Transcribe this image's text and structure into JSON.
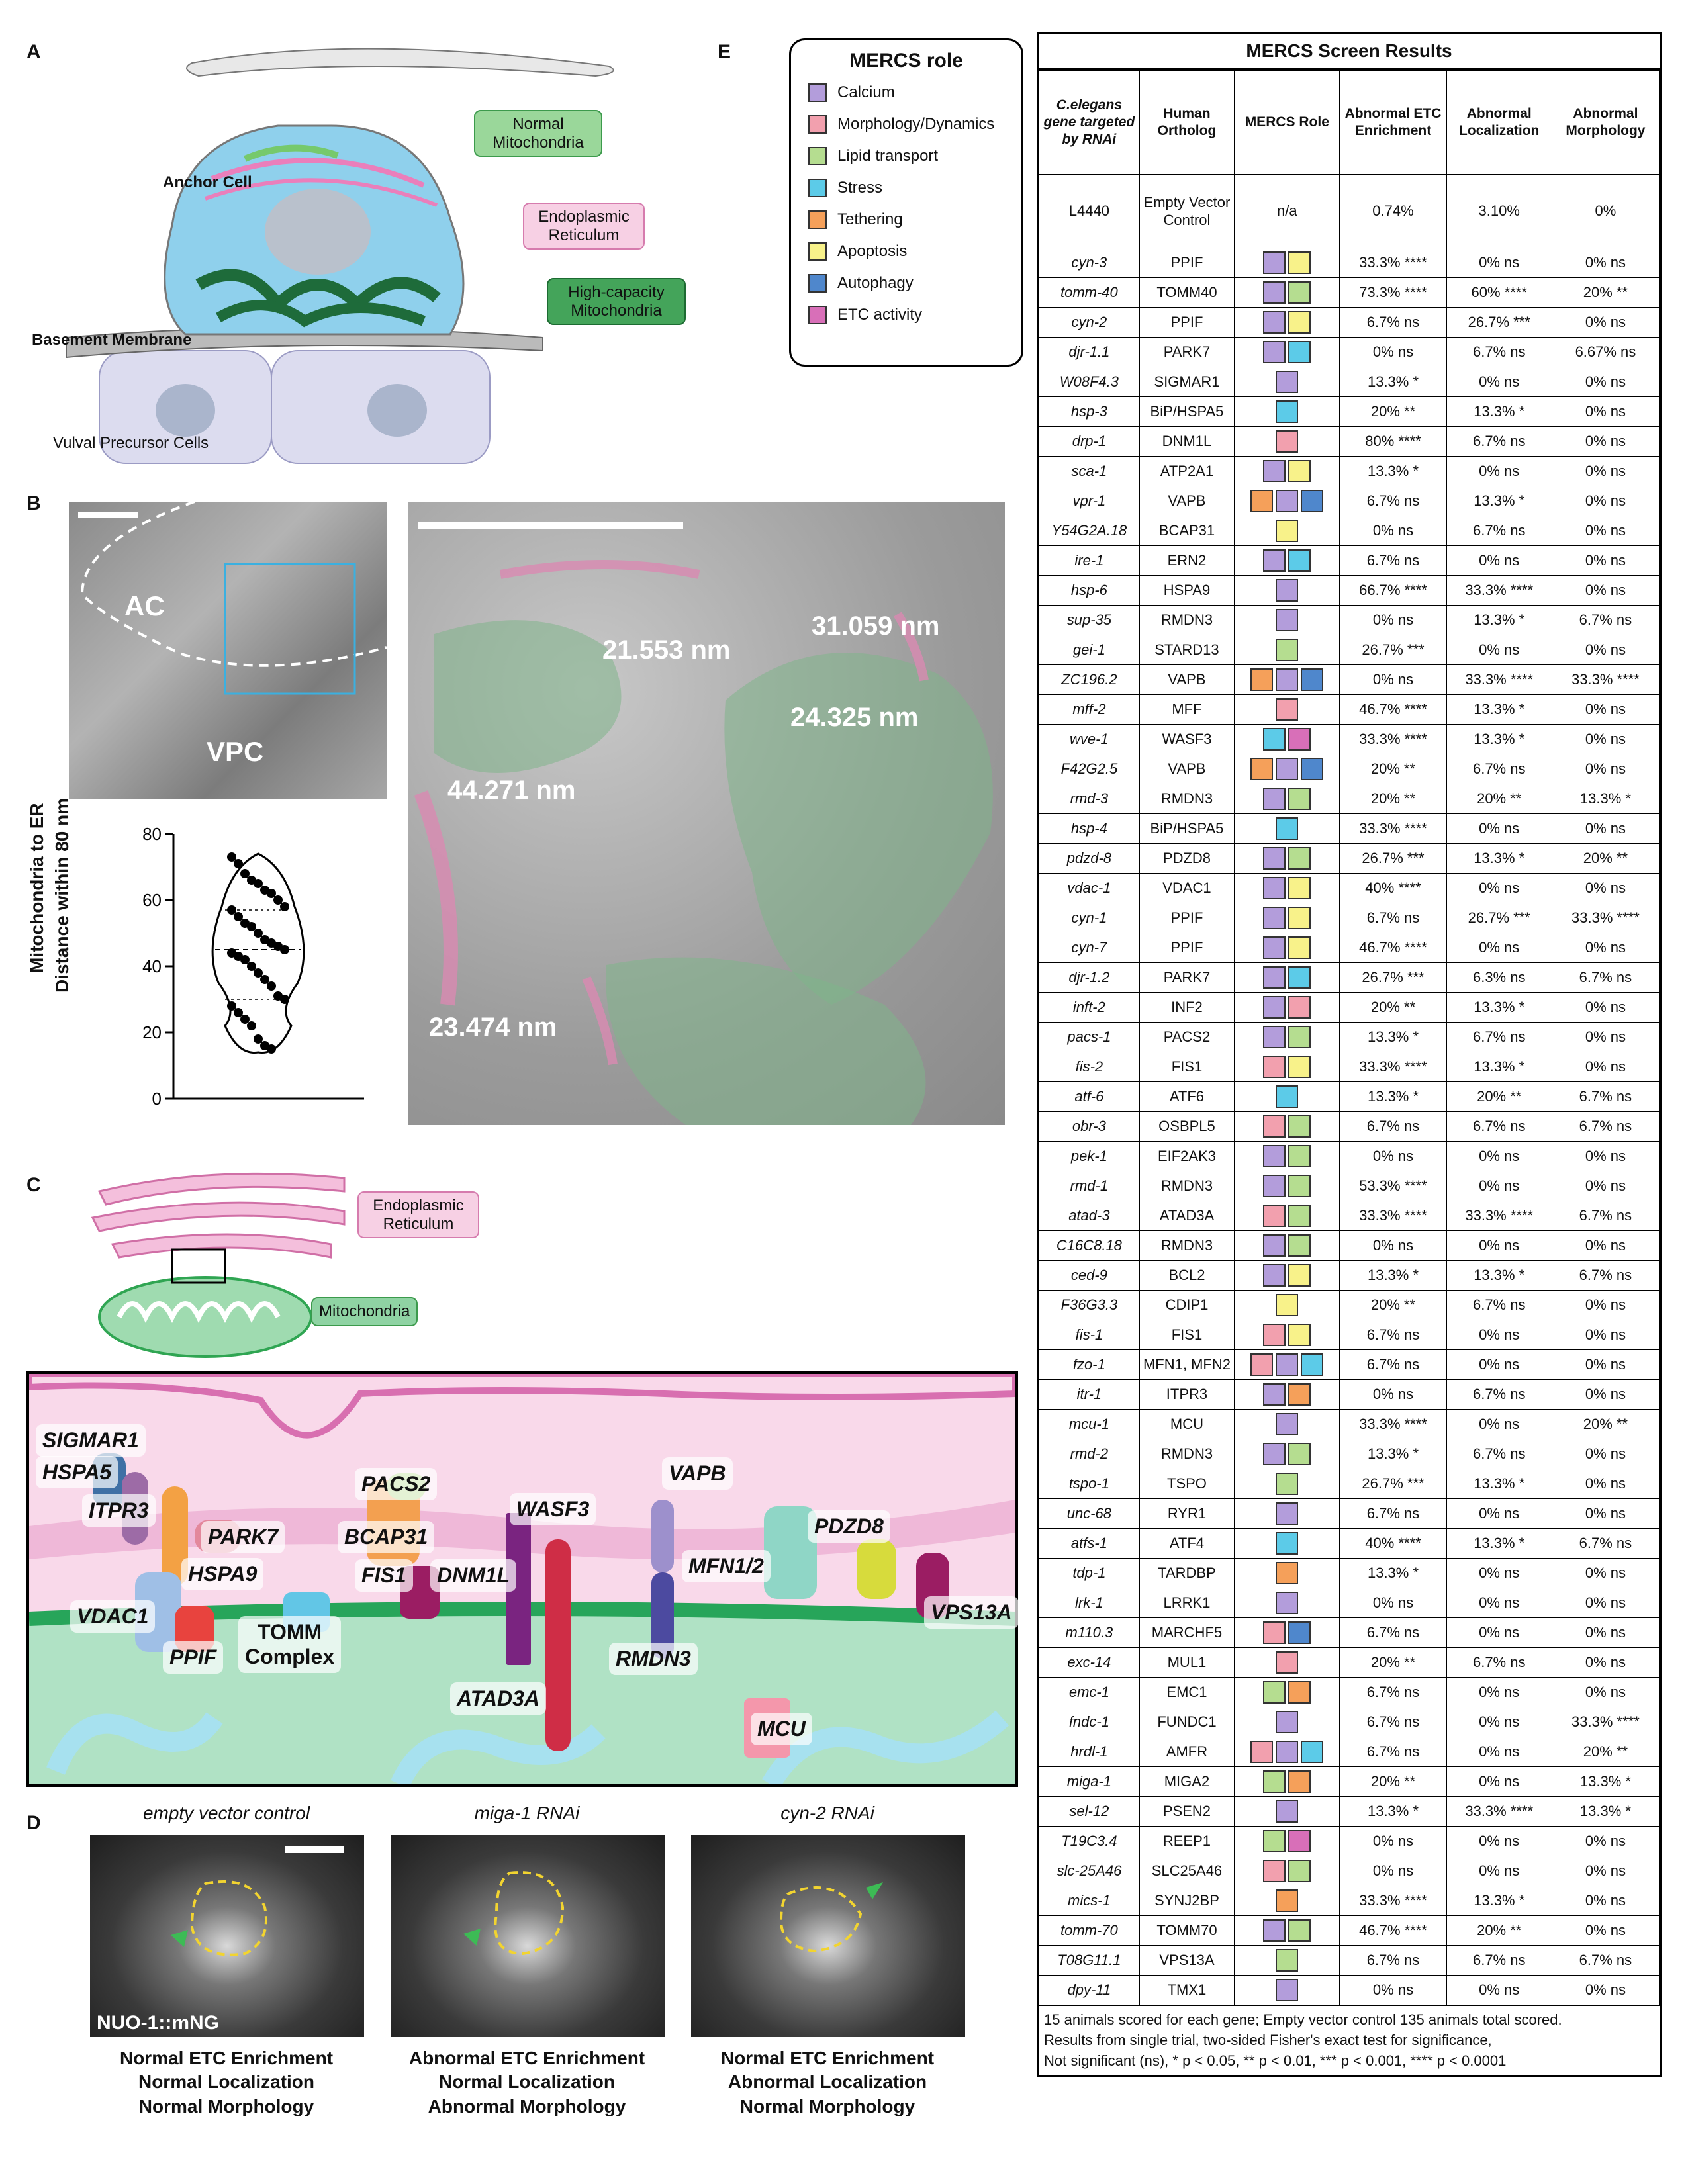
{
  "panels": {
    "a": "A",
    "b": "B",
    "c": "C",
    "d": "D",
    "e": "E"
  },
  "panelA": {
    "anchor_cell": "Anchor Cell",
    "normal_mito": "Normal\nMitochondria",
    "er": "Endoplasmic\nReticulum",
    "high_mito": "High-capacity\nMitochondria",
    "basement": "Basement Membrane",
    "vpc": "Vulval Precursor Cells"
  },
  "panelB": {
    "ac": "AC",
    "vpc": "VPC",
    "measurements": [
      "21.553 nm",
      "31.059 nm",
      "24.325 nm",
      "44.271 nm",
      "23.474 nm"
    ],
    "ylabel_1": "Mitochondria to ER",
    "ylabel_2": "Distance within 80 nm",
    "yticks": [
      "0",
      "20",
      "40",
      "60",
      "80"
    ]
  },
  "chart_data": {
    "type": "scatter",
    "title": "",
    "xlabel": "",
    "ylabel": "Mitochondria to ER Distance within 80 nm",
    "ylim": [
      0,
      80
    ],
    "values": [
      73,
      71,
      68,
      66,
      65,
      63,
      62,
      60,
      58,
      57,
      55,
      53,
      52,
      50,
      48,
      47,
      46,
      45,
      44,
      43,
      42,
      40,
      38,
      36,
      34,
      31,
      30,
      28,
      26,
      24,
      22,
      18,
      16,
      15
    ]
  },
  "panelC": {
    "er": "Endoplasmic\nReticulum",
    "mito": "Mitochondria",
    "proteins": [
      "SIGMAR1",
      "HSPA5",
      "ITPR3",
      "PARK7",
      "HSPA9",
      "VDAC1",
      "PPIF",
      "TOMM\nComplex",
      "PACS2",
      "BCAP31",
      "FIS1",
      "DNM1L",
      "WASF3",
      "ATAD3A",
      "VAPB",
      "RMDN3",
      "MFN1/2",
      "MCU",
      "PDZD8",
      "VPS13A"
    ]
  },
  "panelD": {
    "titles": [
      "empty vector control",
      "miga-1 RNAi",
      "cyn-2 RNAi"
    ],
    "stain": "NUO-1::mNG",
    "captions": [
      [
        "Normal ETC Enrichment",
        "Normal Localization",
        "Normal Morphology"
      ],
      [
        "Abnormal ETC Enrichment",
        "Normal Localization",
        "Abnormal Morphology"
      ],
      [
        "Normal ETC Enrichment",
        "Abnormal Localization",
        "Normal Morphology"
      ]
    ]
  },
  "legend": {
    "title": "MERCS role",
    "items": [
      {
        "label": "Calcium",
        "color": "#b39ddb"
      },
      {
        "label": "Morphology/Dynamics",
        "color": "#f2a0ae"
      },
      {
        "label": "Lipid transport",
        "color": "#b5dd90"
      },
      {
        "label": "Stress",
        "color": "#5ccbe8"
      },
      {
        "label": "Tethering",
        "color": "#f5a05a"
      },
      {
        "label": "Apoptosis",
        "color": "#f8f28a"
      },
      {
        "label": "Autophagy",
        "color": "#4f87cc"
      },
      {
        "label": "ETC activity",
        "color": "#d86fb8"
      }
    ]
  },
  "table": {
    "title": "MERCS Screen Results",
    "headers": [
      "C.elegans gene targeted by RNAi",
      "Human Ortholog",
      "MERCS Role",
      "Abnormal ETC Enrichment",
      "Abnormal Localization",
      "Abnormal Morphology"
    ],
    "control": {
      "gene": "L4440",
      "ortholog": "Empty Vector Control",
      "role": "n/a",
      "etc": "0.74%",
      "loc": "3.10%",
      "morph": "0%"
    },
    "rows": [
      {
        "g": "cyn-3",
        "h": "PPIF",
        "r": [
          "Calcium",
          "Apoptosis"
        ],
        "e": "33.3% ****",
        "l": "0% ns",
        "m": "0% ns"
      },
      {
        "g": "tomm-40",
        "h": "TOMM40",
        "r": [
          "Calcium",
          "Lipid transport"
        ],
        "e": "73.3% ****",
        "l": "60% ****",
        "m": "20% **"
      },
      {
        "g": "cyn-2",
        "h": "PPIF",
        "r": [
          "Calcium",
          "Apoptosis"
        ],
        "e": "6.7% ns",
        "l": "26.7% ***",
        "m": "0% ns"
      },
      {
        "g": "djr-1.1",
        "h": "PARK7",
        "r": [
          "Calcium",
          "Stress"
        ],
        "e": "0% ns",
        "l": "6.7% ns",
        "m": "6.67% ns"
      },
      {
        "g": "W08F4.3",
        "h": "SIGMAR1",
        "r": [
          "Calcium"
        ],
        "e": "13.3% *",
        "l": "0% ns",
        "m": "0% ns"
      },
      {
        "g": "hsp-3",
        "h": "BiP/HSPA5",
        "r": [
          "Stress"
        ],
        "e": "20% **",
        "l": "13.3% *",
        "m": "0% ns"
      },
      {
        "g": "drp-1",
        "h": "DNM1L",
        "r": [
          "Morphology/Dynamics"
        ],
        "e": "80% ****",
        "l": "6.7% ns",
        "m": "0% ns"
      },
      {
        "g": "sca-1",
        "h": "ATP2A1",
        "r": [
          "Calcium",
          "Apoptosis"
        ],
        "e": "13.3% *",
        "l": "0% ns",
        "m": "0% ns"
      },
      {
        "g": "vpr-1",
        "h": "VAPB",
        "r": [
          "Tethering",
          "Calcium",
          "Autophagy"
        ],
        "e": "6.7% ns",
        "l": "13.3% *",
        "m": "0% ns"
      },
      {
        "g": "Y54G2A.18",
        "h": "BCAP31",
        "r": [
          "Apoptosis"
        ],
        "e": "0% ns",
        "l": "6.7% ns",
        "m": "0% ns"
      },
      {
        "g": "ire-1",
        "h": "ERN2",
        "r": [
          "Calcium",
          "Stress"
        ],
        "e": "6.7% ns",
        "l": "0% ns",
        "m": "0% ns"
      },
      {
        "g": "hsp-6",
        "h": "HSPA9",
        "r": [
          "Calcium"
        ],
        "e": "66.7% ****",
        "l": "33.3% ****",
        "m": "0% ns"
      },
      {
        "g": "sup-35",
        "h": "RMDN3",
        "r": [
          "Calcium"
        ],
        "e": "0% ns",
        "l": "13.3% *",
        "m": "6.7% ns"
      },
      {
        "g": "gei-1",
        "h": "STARD13",
        "r": [
          "Lipid transport"
        ],
        "e": "26.7% ***",
        "l": "0% ns",
        "m": "0% ns"
      },
      {
        "g": "ZC196.2",
        "h": "VAPB",
        "r": [
          "Tethering",
          "Calcium",
          "Autophagy"
        ],
        "e": "0% ns",
        "l": "33.3% ****",
        "m": "33.3% ****"
      },
      {
        "g": "mff-2",
        "h": "MFF",
        "r": [
          "Morphology/Dynamics"
        ],
        "e": "46.7% ****",
        "l": "13.3% *",
        "m": "0% ns"
      },
      {
        "g": "wve-1",
        "h": "WASF3",
        "r": [
          "Stress",
          "ETC activity"
        ],
        "e": "33.3% ****",
        "l": "13.3% *",
        "m": "0% ns"
      },
      {
        "g": "F42G2.5",
        "h": "VAPB",
        "r": [
          "Tethering",
          "Calcium",
          "Autophagy"
        ],
        "e": "20% **",
        "l": "6.7% ns",
        "m": "0% ns"
      },
      {
        "g": "rmd-3",
        "h": "RMDN3",
        "r": [
          "Calcium",
          "Lipid transport"
        ],
        "e": "20% **",
        "l": "20% **",
        "m": "13.3% *"
      },
      {
        "g": "hsp-4",
        "h": "BiP/HSPA5",
        "r": [
          "Stress"
        ],
        "e": "33.3% ****",
        "l": "0% ns",
        "m": "0% ns"
      },
      {
        "g": "pdzd-8",
        "h": "PDZD8",
        "r": [
          "Calcium",
          "Lipid transport"
        ],
        "e": "26.7% ***",
        "l": "13.3% *",
        "m": "20% **"
      },
      {
        "g": "vdac-1",
        "h": "VDAC1",
        "r": [
          "Calcium",
          "Apoptosis"
        ],
        "e": "40% ****",
        "l": "0% ns",
        "m": "0% ns"
      },
      {
        "g": "cyn-1",
        "h": "PPIF",
        "r": [
          "Calcium",
          "Apoptosis"
        ],
        "e": "6.7% ns",
        "l": "26.7% ***",
        "m": "33.3% ****"
      },
      {
        "g": "cyn-7",
        "h": "PPIF",
        "r": [
          "Calcium",
          "Apoptosis"
        ],
        "e": "46.7% ****",
        "l": "0% ns",
        "m": "0% ns"
      },
      {
        "g": "djr-1.2",
        "h": "PARK7",
        "r": [
          "Calcium",
          "Stress"
        ],
        "e": "26.7% ***",
        "l": "6.3% ns",
        "m": "6.7% ns"
      },
      {
        "g": "inft-2",
        "h": "INF2",
        "r": [
          "Calcium",
          "Morphology/Dynamics"
        ],
        "e": "20% **",
        "l": "13.3% *",
        "m": "0% ns"
      },
      {
        "g": "pacs-1",
        "h": "PACS2",
        "r": [
          "Calcium",
          "Lipid transport"
        ],
        "e": "13.3% *",
        "l": "6.7% ns",
        "m": "0% ns"
      },
      {
        "g": "fis-2",
        "h": "FIS1",
        "r": [
          "Morphology/Dynamics",
          "Apoptosis"
        ],
        "e": "33.3% ****",
        "l": "13.3% *",
        "m": "0% ns"
      },
      {
        "g": "atf-6",
        "h": "ATF6",
        "r": [
          "Stress"
        ],
        "e": "13.3% *",
        "l": "20% **",
        "m": "6.7% ns"
      },
      {
        "g": "obr-3",
        "h": "OSBPL5",
        "r": [
          "Morphology/Dynamics",
          "Lipid transport"
        ],
        "e": "6.7% ns",
        "l": "6.7% ns",
        "m": "6.7% ns"
      },
      {
        "g": "pek-1",
        "h": "EIF2AK3",
        "r": [
          "Calcium",
          "Lipid transport"
        ],
        "e": "0% ns",
        "l": "0% ns",
        "m": "0% ns"
      },
      {
        "g": "rmd-1",
        "h": "RMDN3",
        "r": [
          "Calcium",
          "Lipid transport"
        ],
        "e": "53.3% ****",
        "l": "0% ns",
        "m": "0% ns"
      },
      {
        "g": "atad-3",
        "h": "ATAD3A",
        "r": [
          "Morphology/Dynamics",
          "Lipid transport"
        ],
        "e": "33.3% ****",
        "l": "33.3% ****",
        "m": "6.7% ns"
      },
      {
        "g": "C16C8.18",
        "h": "RMDN3",
        "r": [
          "Calcium",
          "Lipid transport"
        ],
        "e": "0% ns",
        "l": "0% ns",
        "m": "0% ns"
      },
      {
        "g": "ced-9",
        "h": "BCL2",
        "r": [
          "Calcium",
          "Apoptosis"
        ],
        "e": "13.3% *",
        "l": "13.3% *",
        "m": "6.7% ns"
      },
      {
        "g": "F36G3.3",
        "h": "CDIP1",
        "r": [
          "Apoptosis"
        ],
        "e": "20% **",
        "l": "6.7% ns",
        "m": "0% ns"
      },
      {
        "g": "fis-1",
        "h": "FIS1",
        "r": [
          "Morphology/Dynamics",
          "Apoptosis"
        ],
        "e": "6.7% ns",
        "l": "0% ns",
        "m": "0% ns"
      },
      {
        "g": "fzo-1",
        "h": "MFN1, MFN2",
        "r": [
          "Morphology/Dynamics",
          "Calcium",
          "Stress"
        ],
        "e": "6.7% ns",
        "l": "0% ns",
        "m": "0% ns"
      },
      {
        "g": "itr-1",
        "h": "ITPR3",
        "r": [
          "Calcium",
          "Tethering"
        ],
        "e": "0% ns",
        "l": "6.7% ns",
        "m": "0% ns"
      },
      {
        "g": "mcu-1",
        "h": "MCU",
        "r": [
          "Calcium"
        ],
        "e": "33.3% ****",
        "l": "0% ns",
        "m": "20% **"
      },
      {
        "g": "rmd-2",
        "h": "RMDN3",
        "r": [
          "Calcium",
          "Lipid transport"
        ],
        "e": "13.3% *",
        "l": "6.7% ns",
        "m": "0% ns"
      },
      {
        "g": "tspo-1",
        "h": "TSPO",
        "r": [
          "Lipid transport"
        ],
        "e": "26.7% ***",
        "l": "13.3% *",
        "m": "0% ns"
      },
      {
        "g": "unc-68",
        "h": "RYR1",
        "r": [
          "Calcium"
        ],
        "e": "6.7% ns",
        "l": "0% ns",
        "m": "0% ns"
      },
      {
        "g": "atfs-1",
        "h": "ATF4",
        "r": [
          "Stress"
        ],
        "e": "40% ****",
        "l": "13.3% *",
        "m": "6.7% ns"
      },
      {
        "g": "tdp-1",
        "h": "TARDBP",
        "r": [
          "Tethering"
        ],
        "e": "13.3% *",
        "l": "0% ns",
        "m": "0% ns"
      },
      {
        "g": "lrk-1",
        "h": "LRRK1",
        "r": [
          "Calcium"
        ],
        "e": "0% ns",
        "l": "0% ns",
        "m": "0% ns"
      },
      {
        "g": "m110.3",
        "h": "MARCHF5",
        "r": [
          "Morphology/Dynamics",
          "Autophagy"
        ],
        "e": "6.7% ns",
        "l": "0% ns",
        "m": "0% ns"
      },
      {
        "g": "exc-14",
        "h": "MUL1",
        "r": [
          "Morphology/Dynamics"
        ],
        "e": "20% **",
        "l": "6.7% ns",
        "m": "0% ns"
      },
      {
        "g": "emc-1",
        "h": "EMC1",
        "r": [
          "Lipid transport",
          "Tethering"
        ],
        "e": "6.7% ns",
        "l": "0% ns",
        "m": "0% ns"
      },
      {
        "g": "fndc-1",
        "h": "FUNDC1",
        "r": [
          "Calcium"
        ],
        "e": "6.7% ns",
        "l": "0% ns",
        "m": "33.3% ****"
      },
      {
        "g": "hrdl-1",
        "h": "AMFR",
        "r": [
          "Morphology/Dynamics",
          "Calcium",
          "Stress"
        ],
        "e": "6.7% ns",
        "l": "0% ns",
        "m": "20% **"
      },
      {
        "g": "miga-1",
        "h": "MIGA2",
        "r": [
          "Lipid transport",
          "Tethering"
        ],
        "e": "20% **",
        "l": "0% ns",
        "m": "13.3% *"
      },
      {
        "g": "sel-12",
        "h": "PSEN2",
        "r": [
          "Calcium"
        ],
        "e": "13.3% *",
        "l": "33.3% ****",
        "m": "13.3% *"
      },
      {
        "g": "T19C3.4",
        "h": "REEP1",
        "r": [
          "Lipid transport",
          "ETC activity"
        ],
        "e": "0% ns",
        "l": "0% ns",
        "m": "0% ns"
      },
      {
        "g": "slc-25A46",
        "h": "SLC25A46",
        "r": [
          "Morphology/Dynamics",
          "Lipid transport"
        ],
        "e": "0% ns",
        "l": "0% ns",
        "m": "0% ns"
      },
      {
        "g": "mics-1",
        "h": "SYNJ2BP",
        "r": [
          "Tethering"
        ],
        "e": "33.3% ****",
        "l": "13.3% *",
        "m": "0% ns"
      },
      {
        "g": "tomm-70",
        "h": "TOMM70",
        "r": [
          "Calcium",
          "Lipid transport"
        ],
        "e": "46.7% ****",
        "l": "20% **",
        "m": "0% ns"
      },
      {
        "g": "T08G11.1",
        "h": "VPS13A",
        "r": [
          "Lipid transport"
        ],
        "e": "6.7% ns",
        "l": "6.7% ns",
        "m": "6.7% ns"
      },
      {
        "g": "dpy-11",
        "h": "TMX1",
        "r": [
          "Calcium"
        ],
        "e": "0% ns",
        "l": "0% ns",
        "m": "0% ns"
      }
    ],
    "footnote": [
      "15 animals scored for each gene; Empty vector control 135 animals total scored.",
      "Results from single trial, two-sided Fisher's exact test for significance,",
      "Not significant (ns), * p < 0.05, ** p < 0.01, *** p < 0.001, **** p < 0.0001"
    ]
  }
}
